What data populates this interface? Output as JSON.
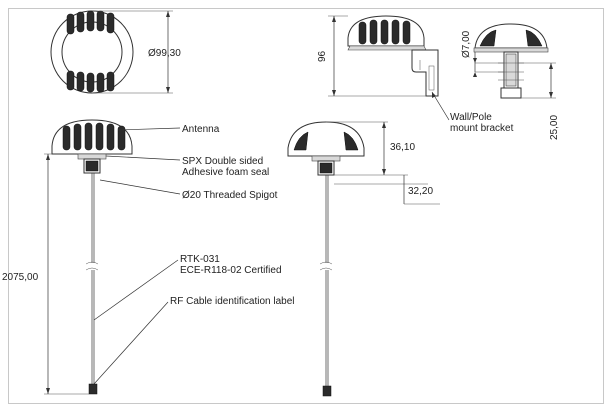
{
  "dimensions": {
    "diameter": "Ø99,30",
    "height_96": "96",
    "diameter_7": "Ø7,00",
    "length_25": "25,00",
    "height_36": "36,10",
    "spigot_32": "32,20",
    "cable_length": "2075,00"
  },
  "labels": {
    "antenna": "Antenna",
    "seal_line1": "SPX Double sided",
    "seal_line2": "Adhesive foam seal",
    "spigot": "Ø20 Threaded Spigot",
    "rtk_line1": "RTK-031",
    "rtk_line2": "ECE-R118-02 Certified",
    "rf_label": "RF Cable identification label",
    "bracket_line1": "Wall/Pole",
    "bracket_line2": "mount bracket"
  },
  "colors": {
    "frame": "#c8c8c8",
    "line": "#333333",
    "slot": "#2b2b2b"
  }
}
